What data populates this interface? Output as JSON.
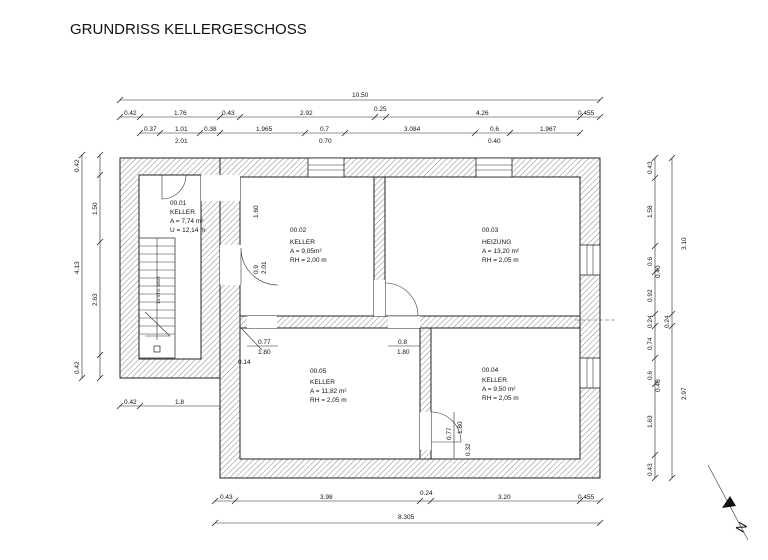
{
  "title": "GRUNDRISS KELLERGESCHOSS",
  "top_dims": {
    "overall": "10.50",
    "row1": [
      "0.42",
      "1.76",
      "0.43",
      "2.92",
      "0.25",
      "4.26",
      "0.455"
    ],
    "row2": [
      "0.37",
      "1.01",
      "0.38",
      "1.965",
      "0.7",
      "3.084",
      "0.6",
      "1.967"
    ],
    "row2_sub": [
      "2.01",
      "0.70",
      "0.40"
    ]
  },
  "left_dims": [
    "0.42",
    "1.50",
    "4.13",
    "2.63",
    "0.42"
  ],
  "left_bottom_dims": [
    "0.42",
    "1.8"
  ],
  "right_dims": {
    "inner": [
      "0.43",
      "1.58",
      "0.6",
      "0.40",
      "0.92",
      "0.24",
      "0.74",
      "0.6",
      "0.40",
      "1.63",
      "0.43"
    ],
    "outer": [
      "3.10",
      "0.24",
      "2.97"
    ]
  },
  "bottom_dims": {
    "row1": [
      "0.43",
      "3.98",
      "0.24",
      "3.20",
      "0.455"
    ],
    "overall": "8.305"
  },
  "rooms": [
    {
      "id": "00.01",
      "name": "KELLER",
      "area": "A = 7,74 m²",
      "extra": "U = 12,14 m"
    },
    {
      "id": "00.02",
      "name": "KELLER",
      "area": "A = 9,05m²",
      "extra": "RH = 2,00 m"
    },
    {
      "id": "00.03",
      "name": "HEIZUNG",
      "area": "A = 13,20 m²",
      "extra": "RH = 2,05 m"
    },
    {
      "id": "00.04",
      "name": "KELLER",
      "area": "A = 9,50 m²",
      "extra": "RH = 2,05 m"
    },
    {
      "id": "00.05",
      "name": "KELLER",
      "area": "A = 11,82 m²",
      "extra": "RH = 2,05 m"
    }
  ],
  "door_labels": {
    "d1_w": "1.60",
    "d1_a": "0.9",
    "d1_b": "2.01",
    "d2_a": "0.77",
    "d2_b": "1.80",
    "d2_c": "0.14",
    "d3_a": "0.8",
    "d3_b": "1.80",
    "d4_a": "0.77",
    "d4_b": "1.80",
    "d4_c": "0.32"
  },
  "stair_label": "14 STG 18/27",
  "north_label": "N"
}
